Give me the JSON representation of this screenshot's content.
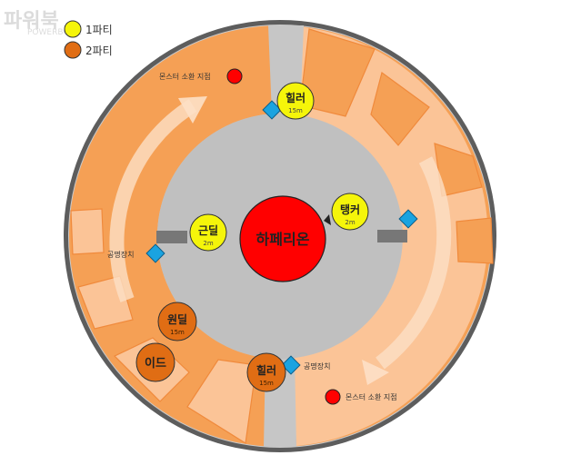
{
  "watermark": {
    "main": "파워북",
    "sub": "POWERBOOK"
  },
  "legend": [
    {
      "label": "1파티",
      "color": "#f5f50a"
    },
    {
      "label": "2파티",
      "color": "#e06d14"
    }
  ],
  "boss": {
    "label": "하페리온",
    "color": "#ff0000"
  },
  "monster_spawn_label": "몬스터 소환 지점",
  "resonance_device_label": "공명장치",
  "party1_members": [
    {
      "role": "힐러",
      "range": "15m"
    },
    {
      "role": "탱커",
      "range": "2m"
    },
    {
      "role": "근딜",
      "range": "2m"
    }
  ],
  "party2_members": [
    {
      "role": "원딜",
      "range": "15m"
    },
    {
      "role": "이드",
      "range": ""
    },
    {
      "role": "힐러",
      "range": "15m"
    }
  ],
  "colors": {
    "ring": "#f5a055",
    "ring_light": "#fbc497",
    "ring_dark": "#f08a3c",
    "floor": "#c0c0c0",
    "rim": "#5d5d5d",
    "device": "#1aa3e0",
    "arrow": "#fde0c6"
  }
}
